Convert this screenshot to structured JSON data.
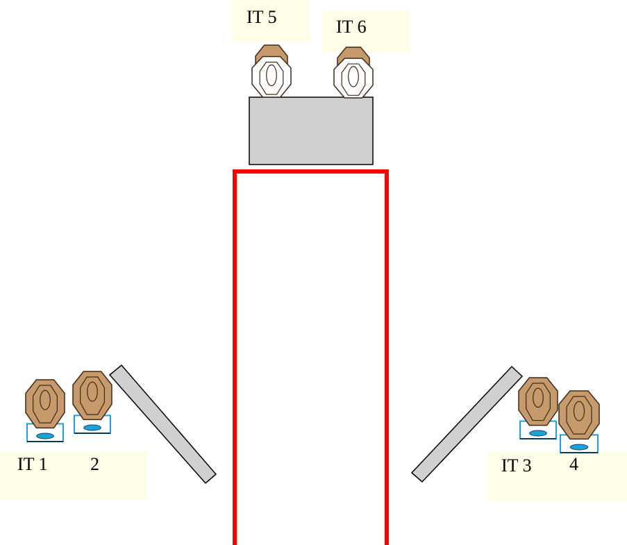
{
  "colors": {
    "lane": "#ff0000",
    "panel_fill": "#d0d0d0",
    "target_fill": "#c79a6b",
    "target_stroke": "#3a2a1a",
    "white_target_fill": "#ffffff",
    "stand": "#1ea0d8",
    "label_bg": "#fdfde8"
  },
  "labels": {
    "it5": "IT 5",
    "it6": "IT 6",
    "it1": "IT 1",
    "two": "2",
    "it3": "IT 3",
    "four": "4"
  },
  "targets": [
    {
      "id": "it5",
      "style": "white-on-brown",
      "stand": false
    },
    {
      "id": "it6",
      "style": "white-on-brown",
      "stand": false
    },
    {
      "id": "it1",
      "style": "brown",
      "stand": true
    },
    {
      "id": "it2",
      "style": "brown",
      "stand": true
    },
    {
      "id": "it3",
      "style": "brown",
      "stand": true
    },
    {
      "id": "it4",
      "style": "brown",
      "stand": true
    }
  ]
}
